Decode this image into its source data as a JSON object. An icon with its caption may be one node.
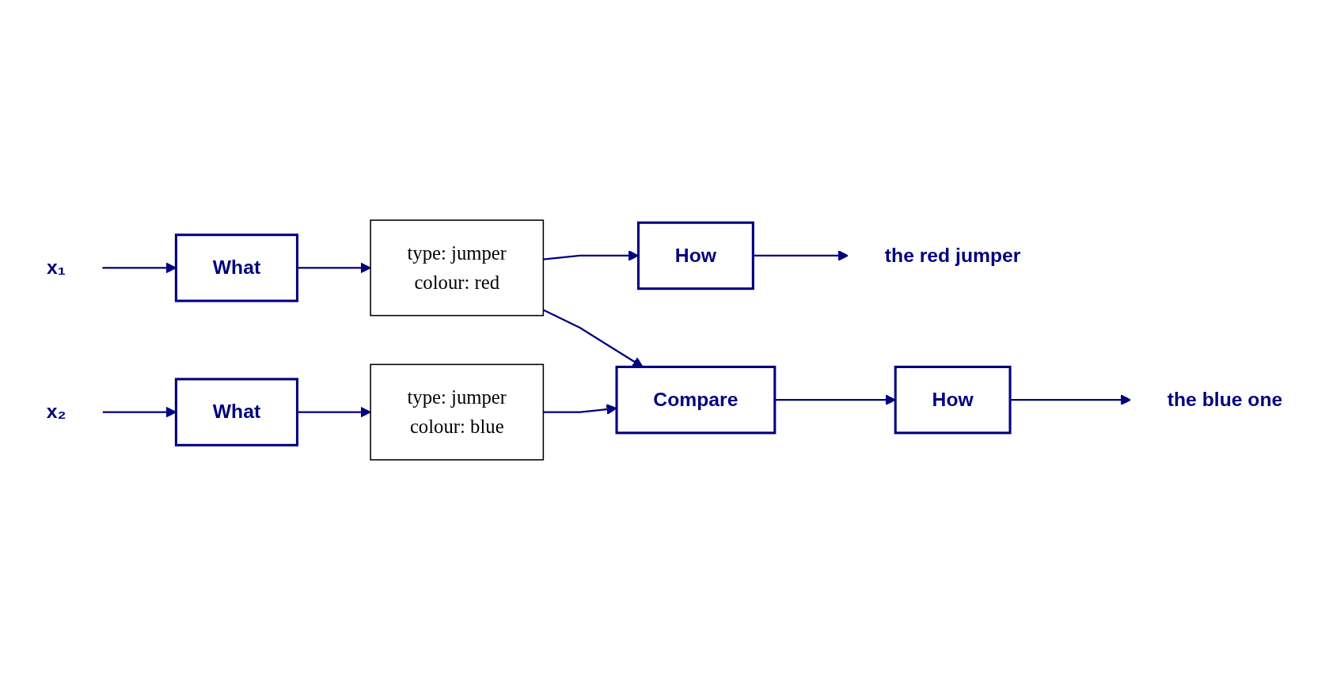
{
  "diagram": {
    "nodes": [
      {
        "text": [
          "x₁"
        ]
      },
      {
        "text": [
          "What"
        ]
      },
      {
        "text": [
          "type: jumper",
          "colour: red"
        ]
      },
      {
        "text": [
          "How"
        ]
      },
      {
        "text": [
          "the red jumper"
        ]
      },
      {
        "text": [
          "x₂"
        ]
      },
      {
        "text": [
          "What"
        ]
      },
      {
        "text": [
          "type: jumper",
          "colour: blue"
        ]
      },
      {
        "text": [
          "Compare"
        ]
      },
      {
        "text": [
          "How"
        ]
      },
      {
        "text": [
          "the blue one"
        ]
      }
    ],
    "edges": [
      {
        "from": 0,
        "to": 1,
        "arrow": "to"
      },
      {
        "from": 1,
        "to": 2,
        "arrow": "to"
      },
      {
        "from": 2,
        "to": 3,
        "arrow": "to"
      },
      {
        "from": 3,
        "to": 4,
        "arrow": "to"
      },
      {
        "from": 5,
        "to": 6,
        "arrow": "to"
      },
      {
        "from": 6,
        "to": 7,
        "arrow": "to"
      },
      {
        "from": 2,
        "to": 8,
        "arrow": "to"
      },
      {
        "from": 7,
        "to": 8,
        "arrow": "to"
      },
      {
        "from": 8,
        "to": 9,
        "arrow": "to"
      },
      {
        "from": 9,
        "to": 10,
        "arrow": "to"
      }
    ]
  }
}
